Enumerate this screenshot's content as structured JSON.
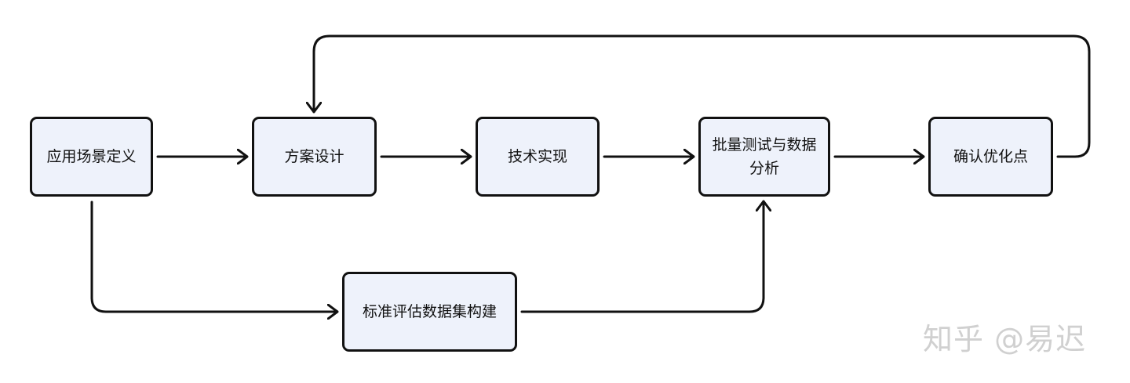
{
  "nodes": {
    "scenario_definition": "应用场景定义",
    "solution_design": "方案设计",
    "technical_implementation": "技术实现",
    "batch_testing_analysis": "批量测试与数据分析",
    "confirm_optimization": "确认优化点",
    "eval_dataset_construction": "标准评估数据集构建"
  },
  "watermark": "知乎 @易迟",
  "colors": {
    "node_fill": "#eef2fb",
    "stroke": "#111111",
    "watermark": "#d0d0d0"
  }
}
